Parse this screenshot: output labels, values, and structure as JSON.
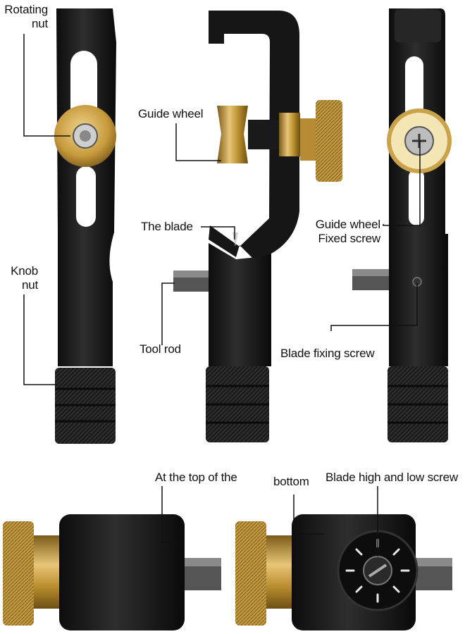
{
  "labels": {
    "rotating_nut": "Rotating\nnut",
    "knob_nut": "Knob\nnut",
    "guide_wheel": "Guide wheel",
    "the_blade": "The blade",
    "tool_rod": "Tool rod",
    "guide_wheel_fixed_screw": "Guide wheel\nFixed screw",
    "blade_fixing_screw": "Blade fixing screw",
    "at_the_top_of_the": "At the top of the",
    "bottom": "bottom",
    "blade_high_low_screw": "Blade high and low screw"
  },
  "colors": {
    "tool_body": "#151515",
    "tool_highlight": "#3a3a3a",
    "brass": "#c9a24a",
    "brass_dark": "#8a6a22",
    "steel": "#9a9a9a",
    "leader_line": "#111111"
  }
}
